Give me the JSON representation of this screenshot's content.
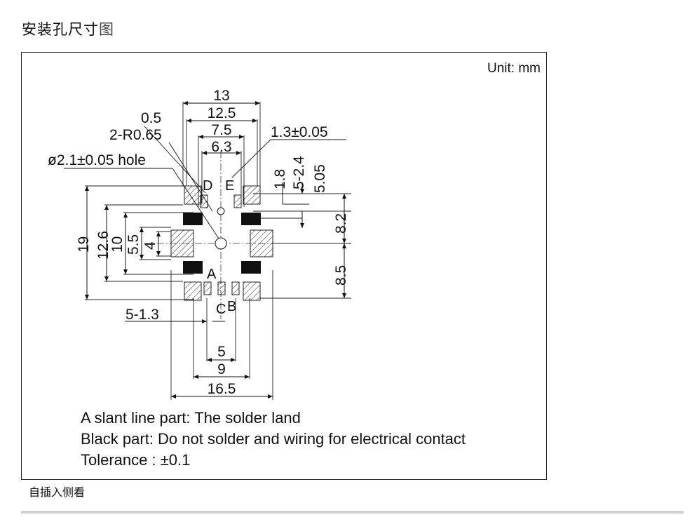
{
  "header": {
    "title_main": "安装孔尺寸",
    "title_last": "图"
  },
  "figure": {
    "unit": "Unit: mm",
    "dimensions": {
      "w13": "13",
      "w12_5": "12.5",
      "r05": "0.5",
      "w7_5": "7.5",
      "r2_065": "2-R0.65",
      "w6_3": "6.3",
      "hole": "ø2.1±0.05 hole",
      "tol13": "1.3±0.05",
      "h1_8": "1.8",
      "h5_24": "5-2.4",
      "h5_05": "5.05",
      "h8_2": "8.2",
      "h8_5": "8.5",
      "h19": "19",
      "h12_6": "12.6",
      "h10": "10",
      "h5_5": "5.5",
      "h4": "4",
      "w5_13": "5-1.3",
      "w5": "5",
      "w9": "9",
      "w16_5": "16.5"
    },
    "pin_labels": {
      "a": "A",
      "b": "B",
      "c": "C",
      "d": "D",
      "e": "E"
    }
  },
  "notes": {
    "line1": "A slant line part: The solder land",
    "line2": "Black part: Do not solder and wiring for electrical contact",
    "line3": "Tolerance : ±0.1"
  },
  "caption": "自插入侧看"
}
